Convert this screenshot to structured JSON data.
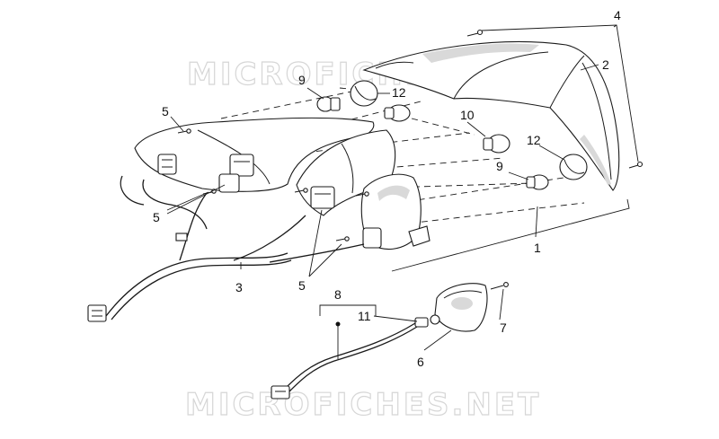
{
  "watermark": "MICROFICHES.NET",
  "callouts": [
    {
      "id": "c4",
      "text": "4"
    },
    {
      "id": "c2",
      "text": "2"
    },
    {
      "id": "c9a",
      "text": "9"
    },
    {
      "id": "c12a",
      "text": "12"
    },
    {
      "id": "c5a",
      "text": "5"
    },
    {
      "id": "c10",
      "text": "10"
    },
    {
      "id": "c12b",
      "text": "12"
    },
    {
      "id": "c9b",
      "text": "9"
    },
    {
      "id": "c5b",
      "text": "5"
    },
    {
      "id": "c1",
      "text": "1"
    },
    {
      "id": "c3",
      "text": "3"
    },
    {
      "id": "c5c",
      "text": "5"
    },
    {
      "id": "c8",
      "text": "8"
    },
    {
      "id": "c11",
      "text": "11"
    },
    {
      "id": "c7",
      "text": "7"
    },
    {
      "id": "c6",
      "text": "6"
    }
  ]
}
